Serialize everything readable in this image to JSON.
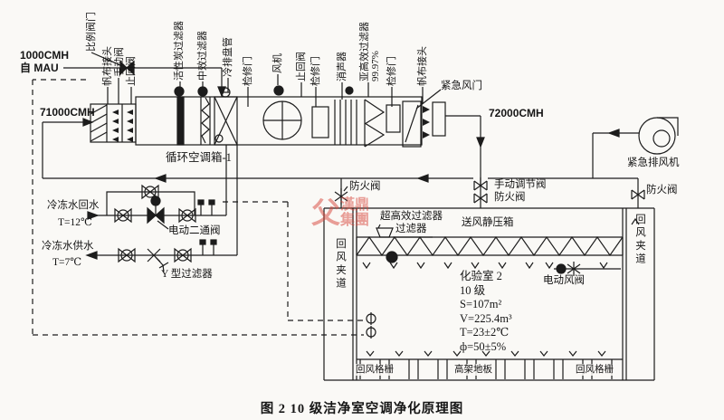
{
  "caption": "图 2  10 级洁净室空调净化原理图",
  "colors": {
    "line": "#1c1c1c",
    "watermark_red": "#d84338",
    "background": "#faf9f6"
  },
  "flows": {
    "makeup_l1": "1000CMH",
    "makeup_l2": "自 MAU",
    "return_flow": "71000CMH",
    "supply_flow": "72000CMH"
  },
  "top_labels": [
    "比例阀门",
    "帆布接头",
    "手动阀",
    "止回阀",
    "活性炭过滤器",
    "中效过滤器",
    "冷排盘管",
    "检修门",
    "风机",
    "止回阀",
    "检修门",
    "消声器",
    "亚高效过滤器",
    "99.97%",
    "检修门",
    "帆布接头"
  ],
  "ahu": {
    "name": "循环空调箱-1",
    "emergency_damper": "紧急风门"
  },
  "exhaust_fan": "紧急排风机",
  "chilled_water": {
    "return_l1": "冷冻水回水",
    "return_l2": "T=12℃",
    "supply_l1": "冷冻水供水",
    "supply_l2": "T=7℃",
    "two_way_valve": "电动二通阀",
    "y_strainer": "Y 型过滤器"
  },
  "dampers": {
    "fire_left": "防火阀",
    "manual": "手动调节阀",
    "fire_mid": "防火阀",
    "fire_right": "防火阀",
    "motor": "电动风阀"
  },
  "cleanroom": {
    "uhepa": "超高效过滤器",
    "filter": "过滤器",
    "plenum": "送风静压箱",
    "passage_left": "回风夹道",
    "passage_right": "回风夹道",
    "room_info": [
      "化验室 2",
      "10 级",
      "S=107m²",
      "V=225.4m³",
      "T=23±2℃",
      "ф=50±5%"
    ],
    "floor": [
      "回风格栅",
      "高架地板",
      "回风格栅"
    ]
  },
  "watermark": {
    "logo": "父",
    "line1": "漢鼎",
    "line2": "集團"
  }
}
